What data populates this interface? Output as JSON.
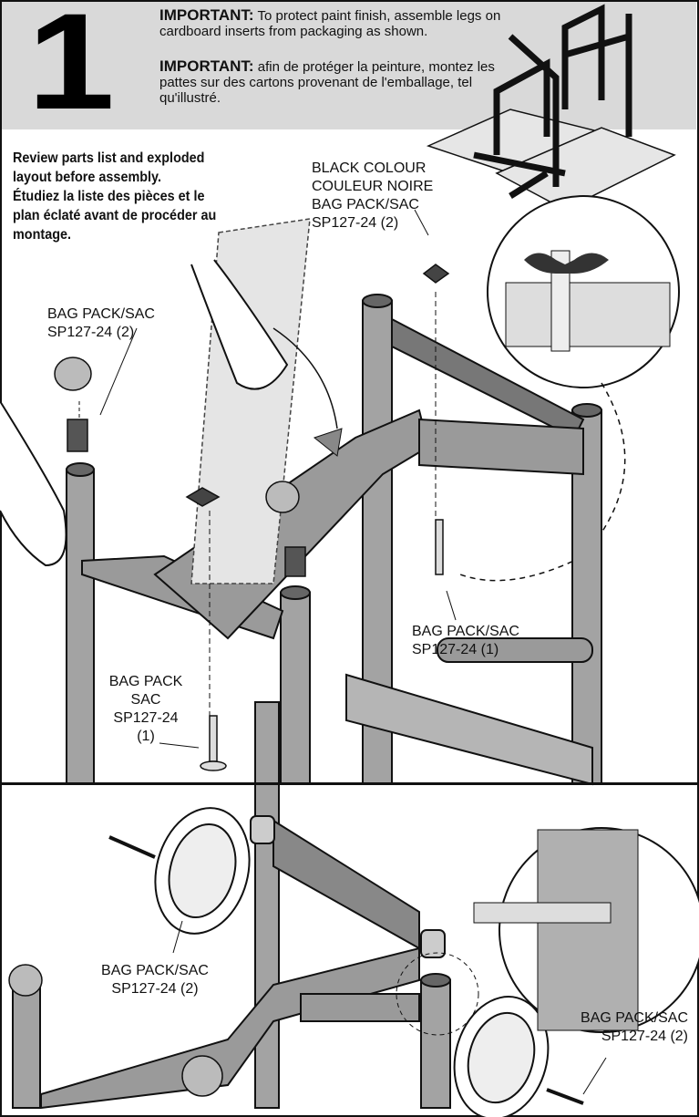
{
  "step": {
    "number": "1"
  },
  "important": {
    "en_label": "IMPORTANT:",
    "en_text": "To protect paint finish, assemble legs on cardboard inserts from packaging as shown.",
    "fr_label": "IMPORTANT:",
    "fr_text": "afin de protéger la peinture, montez les pattes sur des cartons provenant de l'emballage, tel qu'illustré."
  },
  "review": {
    "line1": "Review parts list and exploded",
    "line2": "layout before assembly.",
    "line3": "Étudiez la liste des pièces et le",
    "line4": "plan éclaté avant de procéder au",
    "line5": "montage."
  },
  "labels": {
    "black_colour": [
      "BLACK COLOUR",
      "COULEUR NOIRE",
      "BAG PACK/SAC",
      "SP127-24 (2)"
    ],
    "left_caster": [
      "BAG PACK/SAC",
      "SP127-24 (2)"
    ],
    "bolt_right": [
      "BAG PACK/SAC",
      "SP127-24 (1)"
    ],
    "bolt_left": [
      "BAG PACK",
      "SAC",
      "SP127-24",
      "(1)"
    ],
    "wheel_left": [
      "BAG PACK/SAC",
      "SP127-24 (2)"
    ],
    "wheel_right": [
      "BAG PACK/SAC",
      "SP127-24 (2)"
    ]
  },
  "colors": {
    "header_band": "#d9d9d9",
    "frame_gray": "#9a9a9a",
    "outline": "#111111"
  }
}
